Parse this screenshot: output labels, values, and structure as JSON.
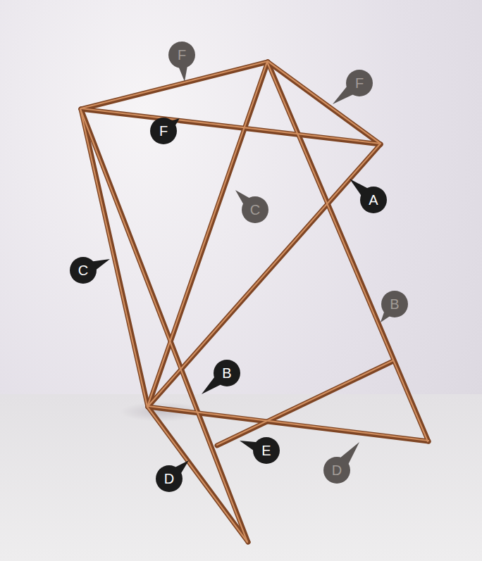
{
  "diagram": {
    "labels": [
      "F",
      "F",
      "F",
      "C",
      "A",
      "C",
      "B",
      "B",
      "E",
      "D",
      "D"
    ]
  }
}
